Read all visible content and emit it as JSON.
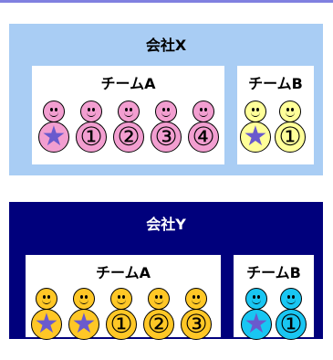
{
  "colors": {
    "pink": "#f29ed0",
    "pale_yellow": "#ffff99",
    "orange_yellow": "#ffc726",
    "cyan": "#19c6f2",
    "star": "#6a5acd"
  },
  "companies": [
    {
      "id": "X",
      "name": "会社X",
      "teams": [
        {
          "name": "チームA",
          "color": "#f29ed0",
          "members": [
            {
              "mark": "★",
              "kind": "star"
            },
            {
              "mark": "①",
              "kind": "number"
            },
            {
              "mark": "②",
              "kind": "number"
            },
            {
              "mark": "③",
              "kind": "number"
            },
            {
              "mark": "④",
              "kind": "number"
            }
          ]
        },
        {
          "name": "チームB",
          "color": "#ffff99",
          "members": [
            {
              "mark": "★",
              "kind": "star"
            },
            {
              "mark": "①",
              "kind": "number"
            }
          ]
        }
      ]
    },
    {
      "id": "Y",
      "name": "会社Y",
      "teams": [
        {
          "name": "チームA",
          "color": "#ffc726",
          "members": [
            {
              "mark": "★",
              "kind": "star"
            },
            {
              "mark": "★",
              "kind": "star"
            },
            {
              "mark": "①",
              "kind": "number"
            },
            {
              "mark": "②",
              "kind": "number"
            },
            {
              "mark": "③",
              "kind": "number"
            }
          ]
        },
        {
          "name": "チームB",
          "color": "#19c6f2",
          "members": [
            {
              "mark": "★",
              "kind": "star"
            },
            {
              "mark": "①",
              "kind": "number"
            }
          ]
        }
      ]
    }
  ]
}
